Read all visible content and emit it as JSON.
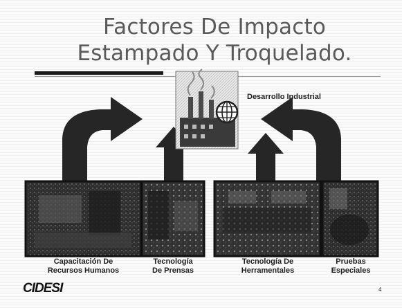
{
  "slide": {
    "title_line1": "Factores De Impacto",
    "title_line2": "Estampado Y Troquelado.",
    "center_label": "Desarrollo Industrial",
    "logo": "CIDESI",
    "page_number": "4"
  },
  "factors": [
    {
      "line1": "Capacitación De",
      "line2": "Recursos Humanos",
      "photo": "training-room-photo"
    },
    {
      "line1": "Tecnología",
      "line2": "De Prensas",
      "photo": "press-machine-photo"
    },
    {
      "line1": "Tecnología De",
      "line2": "Herramentales",
      "photo": "tooling-workshop-photo"
    },
    {
      "line1": "Pruebas",
      "line2": "Especiales",
      "photo": "special-tests-photo"
    }
  ],
  "icons": {
    "center": "factory-icon",
    "globe": "globe-icon",
    "arrows": "arrow-up-icon"
  },
  "colors": {
    "title": "#5a5a5a",
    "arrows": "#232323",
    "photos": "#2e2e2e",
    "background": "#fbfbfb"
  }
}
